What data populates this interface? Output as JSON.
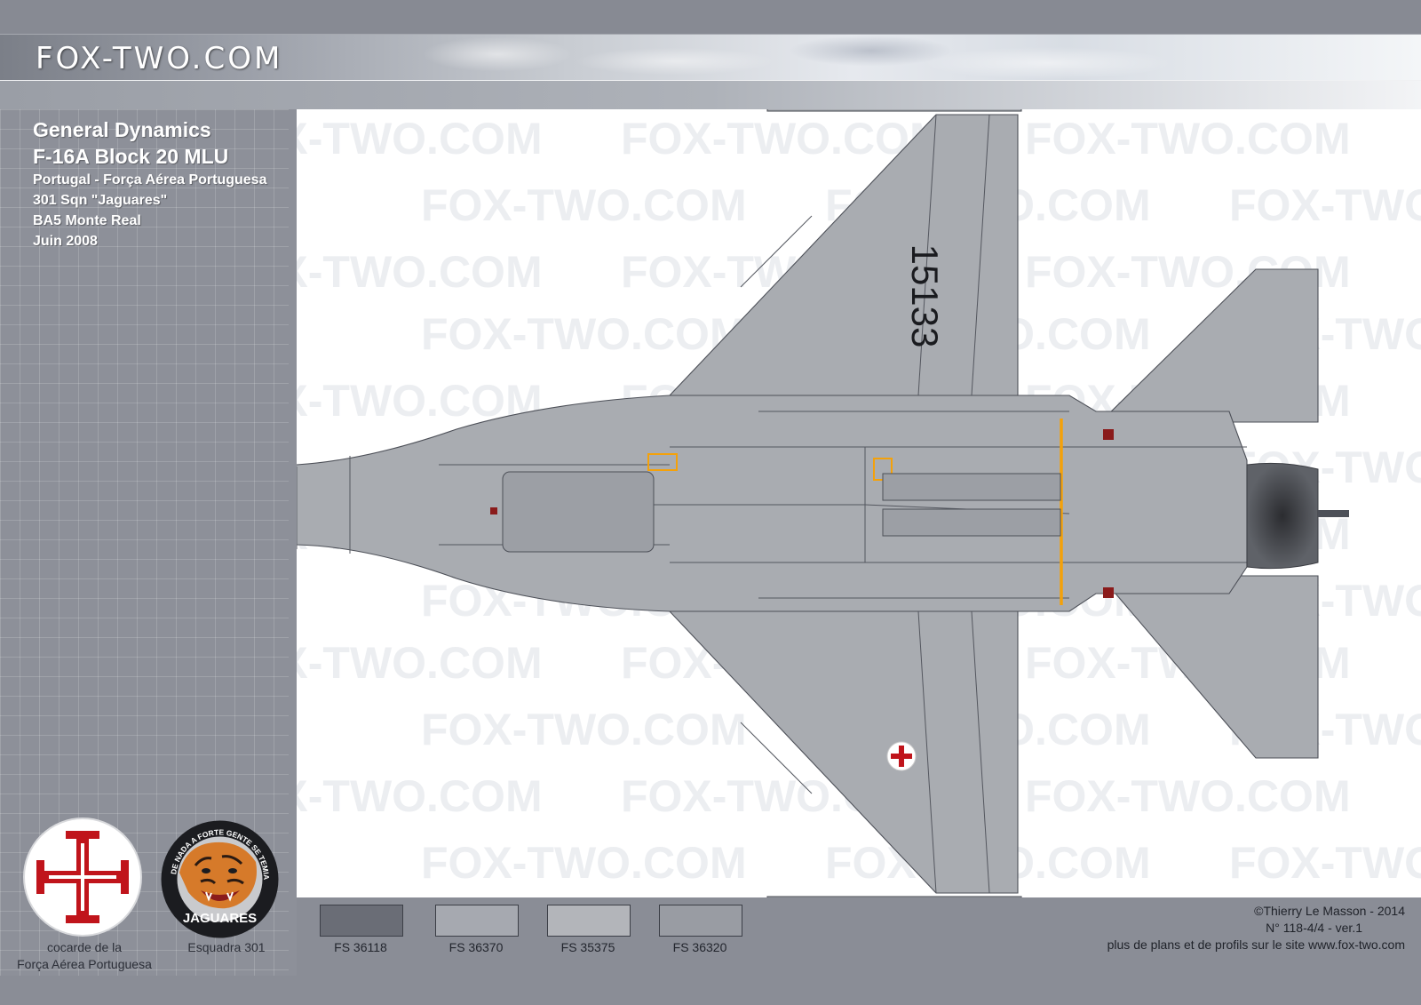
{
  "site": {
    "logo_text": "FOX-TWO.COM",
    "watermark_text": "FOX-TWO.COM"
  },
  "aircraft": {
    "manufacturer": "General Dynamics",
    "model": "F-16A Block 20 MLU",
    "operator": "Portugal - Força Aérea Portuguesa",
    "squadron": "301 Sqn \"Jaguares\"",
    "base": "BA5 Monte Real",
    "date": "Juin 2008",
    "serial": "15133"
  },
  "insignia": {
    "cocarde_caption_line1": "cocarde de la",
    "cocarde_caption_line2": "Força Aérea Portuguesa",
    "squadron_caption": "Esquadra 301",
    "patch_motto": "DE NADA A FORTE GENTE SE TEMIA",
    "patch_name": "JAGUARES"
  },
  "colors": {
    "aircraft_gray": "#a9acb1",
    "cross_red": "#b3161c",
    "stripe_orange": "#f4a10a",
    "swatches": [
      {
        "code": "FS 36118",
        "hex": "#6a6d76"
      },
      {
        "code": "FS 36370",
        "hex": "#a6a9b0"
      },
      {
        "code": "FS 35375",
        "hex": "#b3b5ba"
      },
      {
        "code": "FS 36320",
        "hex": "#999ca3"
      }
    ]
  },
  "credits": {
    "copyright": "©Thierry Le Masson - 2014",
    "number": "N° 118-4/4   -   ver.1",
    "site_note": "plus de plans et de profils sur le site www.fox-two.com"
  }
}
